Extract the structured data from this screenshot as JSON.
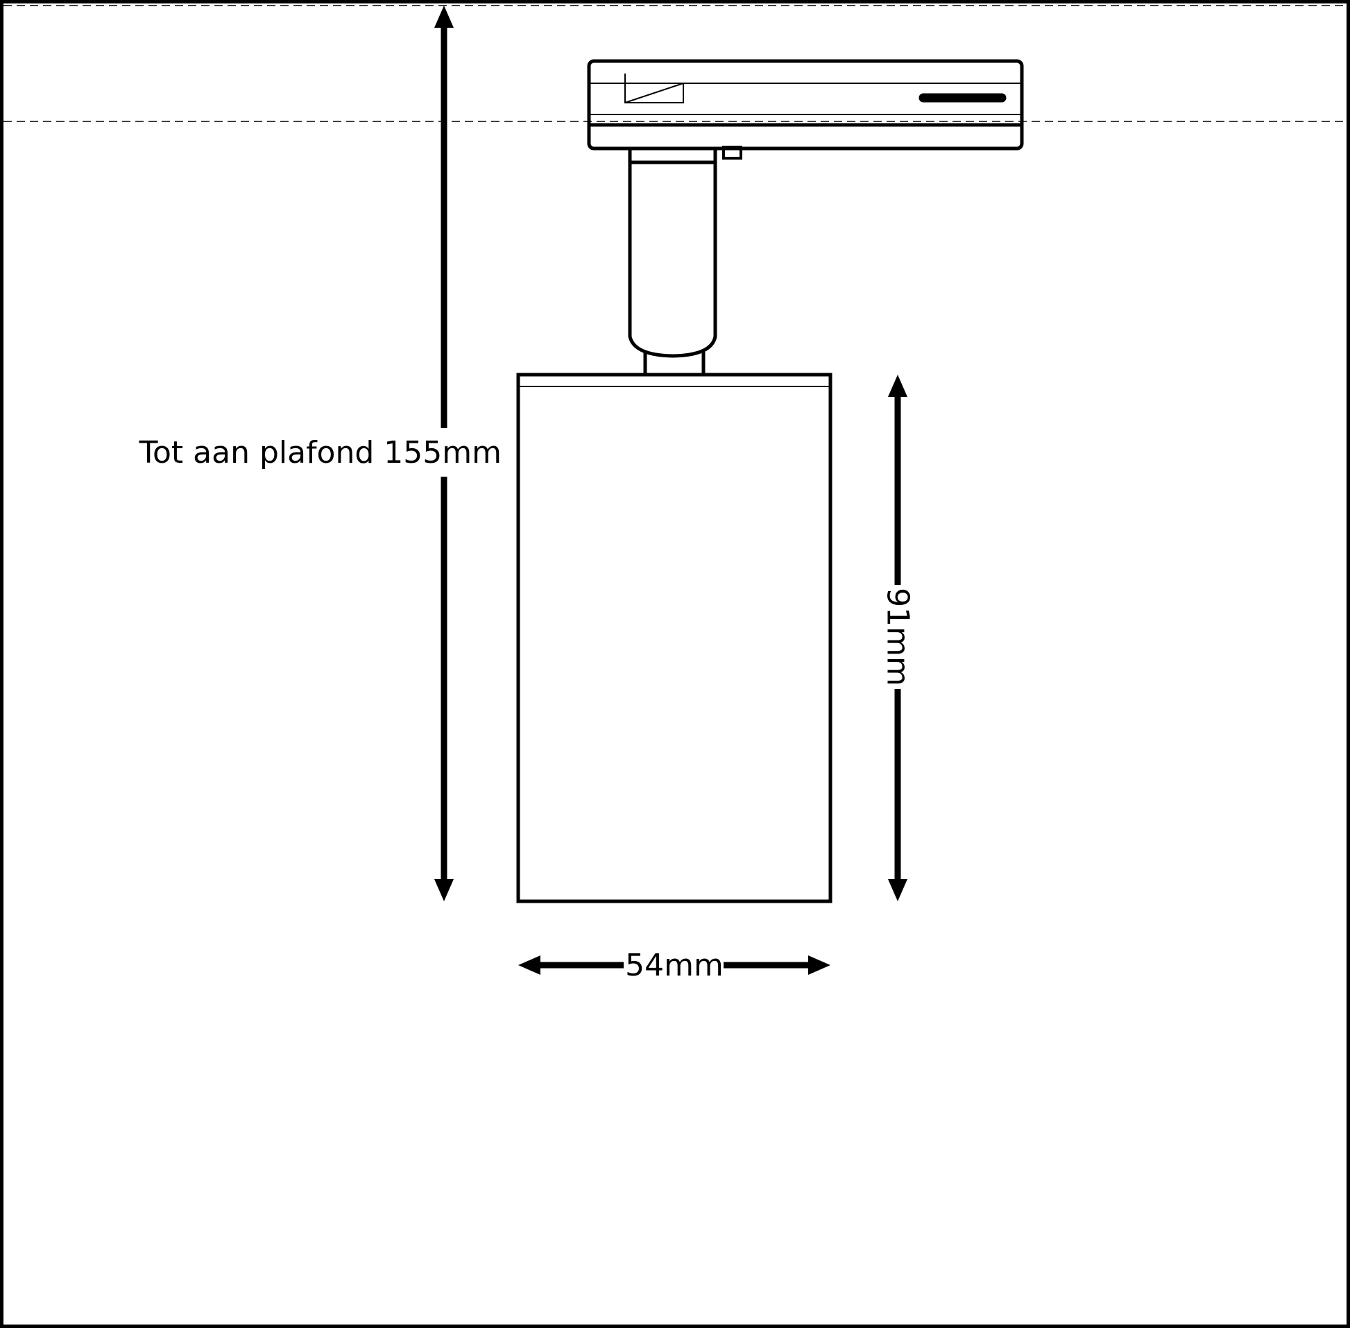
{
  "labels": {
    "ceiling_height": "Tot aan plafond 155mm",
    "body_height": "91mm",
    "body_width": "54mm"
  },
  "colors": {
    "line": "#000000",
    "background": "#ffffff"
  }
}
